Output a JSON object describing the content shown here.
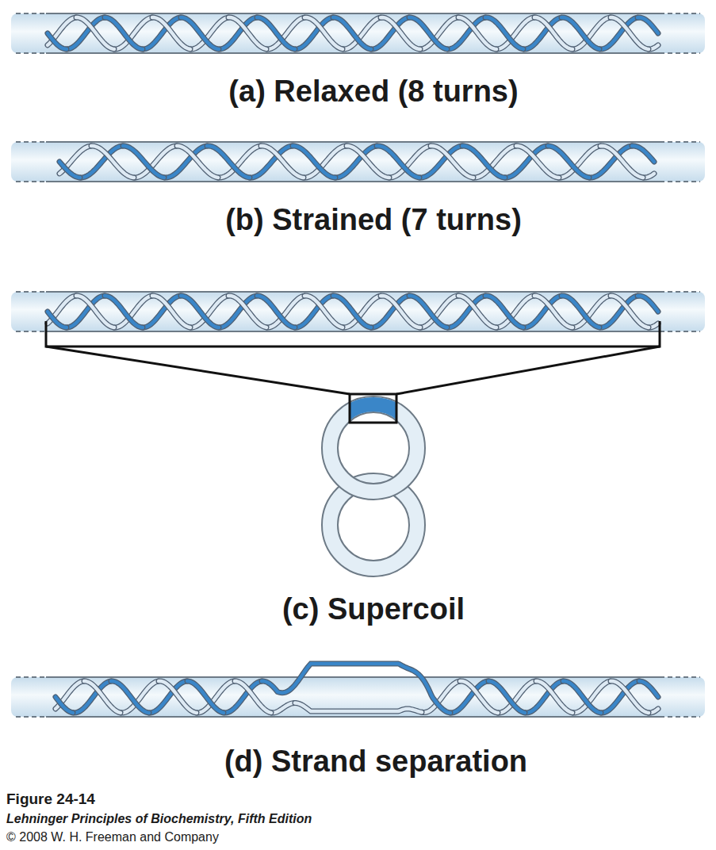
{
  "diagram": {
    "labels": [
      "(a) Relaxed (8 turns)",
      "(b) Strained (7 turns)",
      "(c) Supercoil",
      "(d) Strand separation",
      "Figure 24-14",
      "Lehninger Principles of Biochemistry, Fifth Edition",
      "© 2008 W. H. Freeman and Company"
    ]
  }
}
